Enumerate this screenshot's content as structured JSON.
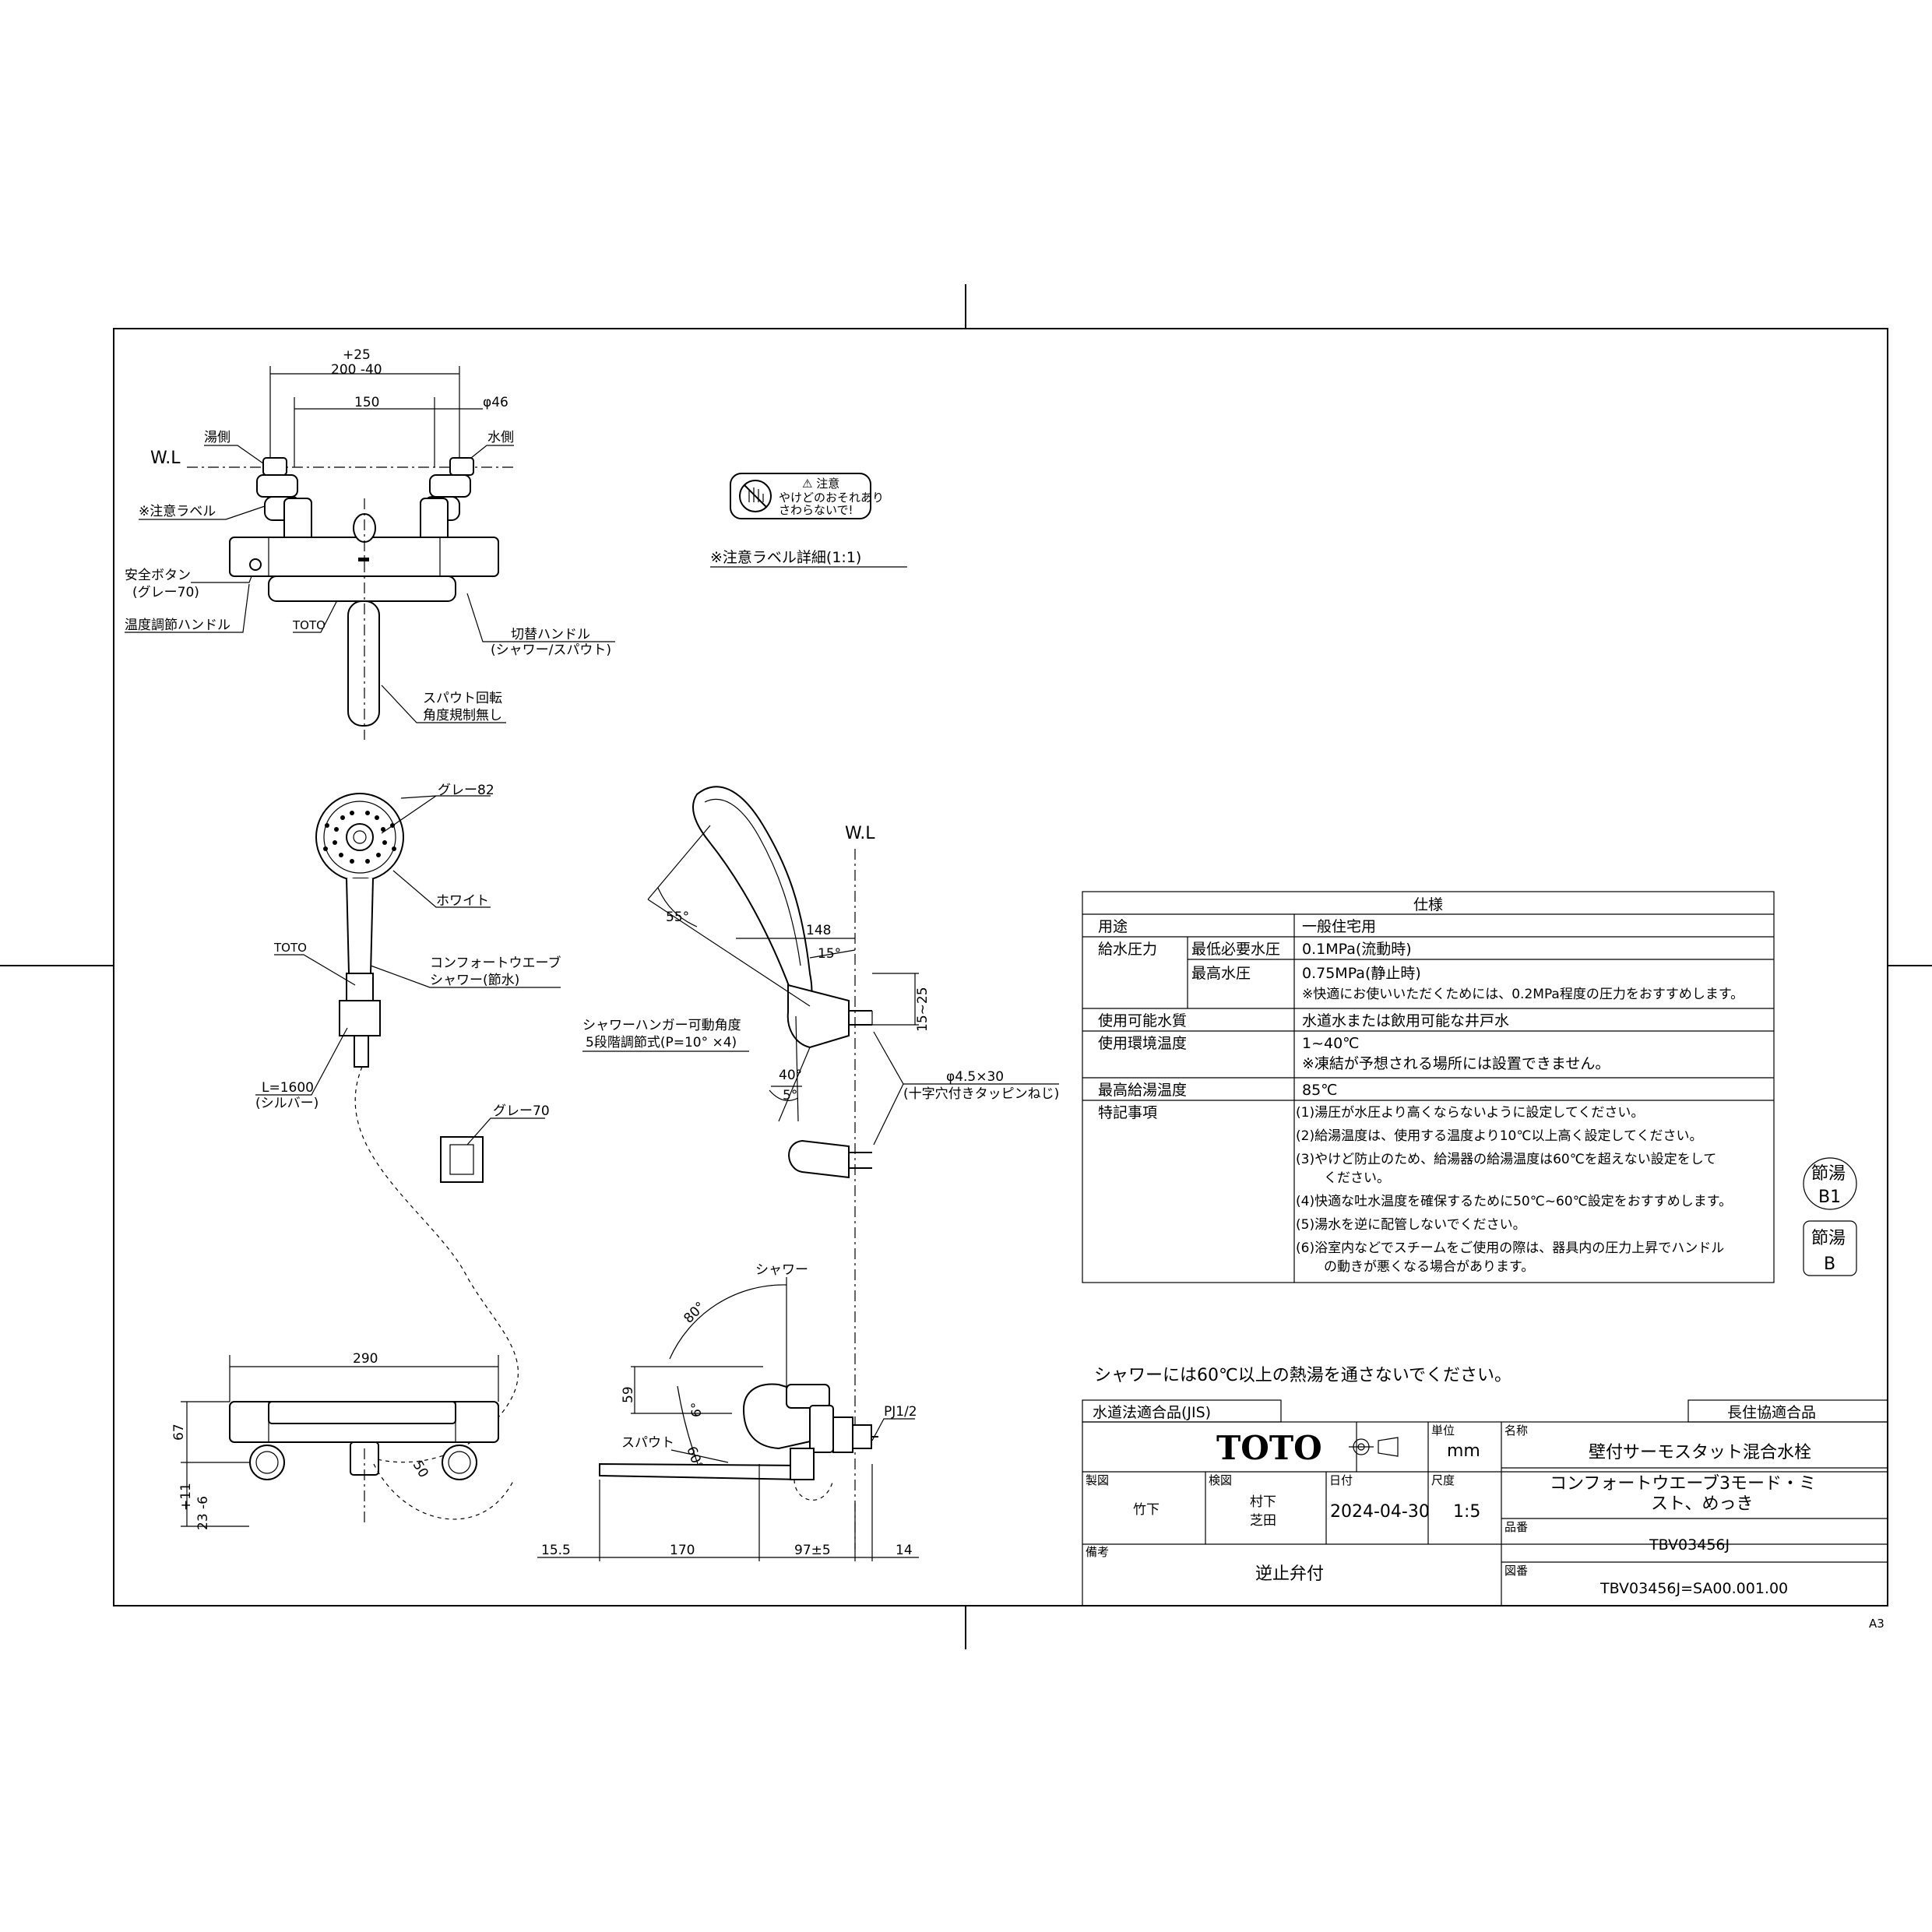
{
  "labels": {
    "wl_top": "W.L",
    "dim_200": "200 -40",
    "dim_plus25": "+25",
    "dim_150": "150",
    "dim_phi46": "φ46",
    "hot_side": "湯側",
    "cold_side": "水側",
    "caution_label": "※注意ラベル",
    "safety_button": "安全ボタン",
    "gray70_a": "(グレー70)",
    "temp_handle": "温度調節ハンドル",
    "toto_body": "TOTO",
    "switch_handle": "切替ハンドル",
    "switch_handle_sub": "(シャワー/スパウト)",
    "spout_rotation": "スパウト回転",
    "spout_rotation_sub": "角度規制無し",
    "caution_detail": "※注意ラベル詳細(1:1)",
    "caution_title": "⚠ 注意",
    "caution_line1": "やけどのおそれあり",
    "caution_line2": "さわらないで!",
    "gray82": "グレー82",
    "white": "ホワイト",
    "toto_head": "TOTO",
    "comfort_wave": "コンフォートウエーブ",
    "shower_eco": "シャワー(節水)",
    "hose_length": "L=1600",
    "hose_color": "(シルバー)",
    "gray70_b": "グレー70",
    "wl_side": "W.L",
    "angle_55": "55°",
    "dim_148": "148",
    "angle_15": "15°",
    "dim_15_25": "15~25",
    "hanger_angle": "シャワーハンガー可動角度",
    "hanger_steps": "5段階調節式(P=10° ×4)",
    "angle_40": "40°",
    "angle_5": "5°",
    "screw": "φ4.5×30",
    "screw_sub": "(十字穴付きタッピンねじ)",
    "shower_label": "シャワー",
    "angle_80": "80°",
    "dim_59": "59",
    "angle_6": "6°",
    "angle_60": "60°",
    "spout_label": "スパウト",
    "pj12": "PJ1/2",
    "dim_290": "290",
    "dim_67": "67",
    "dim_50": "50",
    "dim_11": "+11",
    "dim_23": "23 -6",
    "dim_15_5": "15.5",
    "dim_170": "170",
    "dim_97": "97±5",
    "dim_14": "14"
  },
  "spec_table": {
    "header": "仕様",
    "rows": [
      {
        "label": "用途",
        "sub": "",
        "value": "一般住宅用"
      },
      {
        "label": "給水圧力",
        "sub": "最低必要水圧",
        "value": "0.1MPa(流動時)"
      },
      {
        "label": "",
        "sub": "最高水圧",
        "value": "0.75MPa(静止時)"
      },
      {
        "label": "",
        "sub": "",
        "value": "※快適にお使いいただくためには、0.2MPa程度の圧力をおすすめします。"
      },
      {
        "label": "使用可能水質",
        "sub": "",
        "value": "水道水または飲用可能な井戸水"
      },
      {
        "label": "使用環境温度",
        "sub": "",
        "value": "1~40℃"
      },
      {
        "label": "",
        "sub": "",
        "value": "※凍結が予想される場所には設置できません。"
      },
      {
        "label": "最高給湯温度",
        "sub": "",
        "value": "85℃"
      }
    ],
    "notes_label": "特記事項",
    "notes": [
      "(1)湯圧が水圧より高くならないように設定してください。",
      "(2)給湯温度は、使用する温度より10℃以上高く設定してください。",
      "(3)やけど防止のため、給湯器の給湯温度は60℃を超えない設定をして",
      "ください。",
      "(4)快適な吐水温度を確保するために50℃~60℃設定をおすすめします。",
      "(5)湯水を逆に配管しないでください。",
      "(6)浴室内などでスチームをご使用の際は、器具内の圧力上昇でハンドル",
      "の動きが悪くなる場合があります。"
    ]
  },
  "badges": {
    "b1_top": "節湯",
    "b1_bottom": "B1",
    "b_top": "節湯",
    "b_bottom": "B"
  },
  "warning": "シャワーには60℃以上の熱湯を通さないでください。",
  "title_block": {
    "jis": "水道法適合品(JIS)",
    "chojukyo": "長住協適合品",
    "brand": "TOTO",
    "unit_label": "単位",
    "unit": "mm",
    "name_label": "名称",
    "name1": "壁付サーモスタット混合水栓",
    "name2a": "コンフォートウエーブ3モード・ミ",
    "name2b": "スト、めっき",
    "drawn_label": "製図",
    "drawn_by": "竹下",
    "checked_label": "検図",
    "checked_by1": "村下",
    "checked_by2": "芝田",
    "date_label": "日付",
    "date": "2024-04-30",
    "scale_label": "尺度",
    "scale": "1:5",
    "part_label": "品番",
    "part": "TBV03456J",
    "remarks_label": "備考",
    "remarks": "逆止弁付",
    "drawing_label": "図番",
    "drawing_no": "TBV03456J=SA00.001.00",
    "sheet": "A3"
  }
}
